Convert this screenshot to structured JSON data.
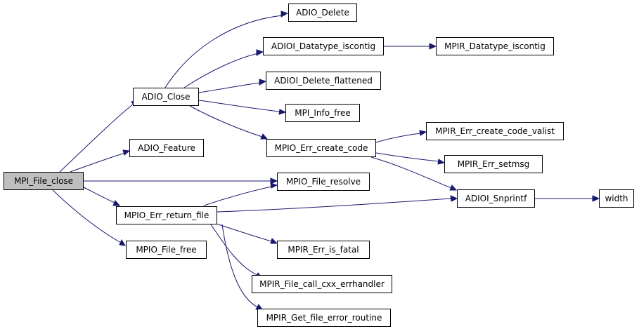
{
  "graph": {
    "root": "MPI_File_close",
    "nodes": {
      "mpi_file_close": "MPI_File_close",
      "adio_delete": "ADIO_Delete",
      "adioi_datatype_iscontig": "ADIOI_Datatype_iscontig",
      "mpir_datatype_iscontig": "MPIR_Datatype_iscontig",
      "adioi_delete_flattened": "ADIOI_Delete_flattened",
      "adio_close": "ADIO_Close",
      "mpi_info_free": "MPI_Info_free",
      "mpir_err_create_code_valist": "MPIR_Err_create_code_valist",
      "mpio_err_create_code": "MPIO_Err_create_code",
      "adio_feature": "ADIO_Feature",
      "mpir_err_setmsg": "MPIR_Err_setmsg",
      "mpio_file_resolve": "MPIO_File_resolve",
      "adioi_snprintf": "ADIOI_Snprintf",
      "width": "width",
      "mpio_err_return_file": "MPIO_Err_return_file",
      "mpio_file_free": "MPIO_File_free",
      "mpir_err_is_fatal": "MPIR_Err_is_fatal",
      "mpir_file_call_cxx_errhandler": "MPIR_File_call_cxx_errhandler",
      "mpir_get_file_error_routine": "MPIR_Get_file_error_routine"
    },
    "edges": [
      [
        "mpi_file_close",
        "adio_close"
      ],
      [
        "mpi_file_close",
        "adio_feature"
      ],
      [
        "mpi_file_close",
        "mpio_file_resolve"
      ],
      [
        "mpi_file_close",
        "mpio_err_return_file"
      ],
      [
        "mpi_file_close",
        "mpio_file_free"
      ],
      [
        "adio_close",
        "adio_delete"
      ],
      [
        "adio_close",
        "adioi_datatype_iscontig"
      ],
      [
        "adio_close",
        "adioi_delete_flattened"
      ],
      [
        "adio_close",
        "mpi_info_free"
      ],
      [
        "adio_close",
        "mpio_err_create_code"
      ],
      [
        "adioi_datatype_iscontig",
        "mpir_datatype_iscontig"
      ],
      [
        "mpio_err_create_code",
        "mpir_err_create_code_valist"
      ],
      [
        "mpio_err_create_code",
        "mpir_err_setmsg"
      ],
      [
        "mpio_err_create_code",
        "adioi_snprintf"
      ],
      [
        "mpio_err_return_file",
        "mpio_file_resolve"
      ],
      [
        "mpio_err_return_file",
        "adioi_snprintf"
      ],
      [
        "mpio_err_return_file",
        "mpir_err_is_fatal"
      ],
      [
        "mpio_err_return_file",
        "mpir_file_call_cxx_errhandler"
      ],
      [
        "mpio_err_return_file",
        "mpir_get_file_error_routine"
      ],
      [
        "adioi_snprintf",
        "width"
      ]
    ],
    "colors": {
      "edge": "#191970",
      "node_border": "#000000",
      "node_fill": "#ffffff",
      "root_fill": "#bfbfbf"
    }
  }
}
